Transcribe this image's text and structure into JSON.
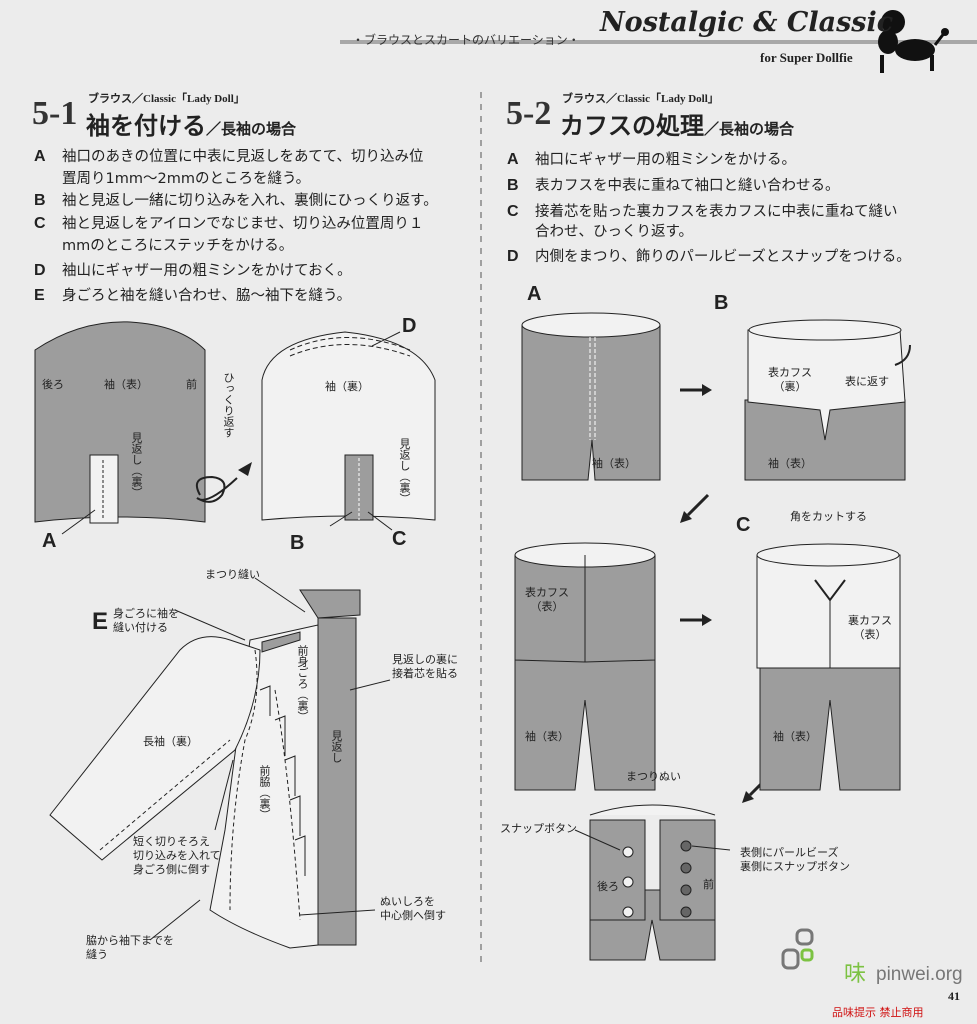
{
  "header": {
    "series": "・ブラウスとスカートのバリエーション・",
    "brand": "Nostalgic & Classic",
    "brand_sub": "for Super Dollfie"
  },
  "section1": {
    "number": "5-1",
    "kicker": "ブラウス／Classic「Lady Doll」",
    "title": "袖を付ける",
    "title_sub": "／長袖の場合",
    "steps": [
      {
        "letter": "A",
        "lines": [
          "袖口のあきの位置に中表に見返しをあてて、切り込み位",
          "置周り1mm〜2mmのところを縫う。"
        ]
      },
      {
        "letter": "B",
        "lines": [
          "袖と見返し一緒に切り込みを入れ、裏側にひっくり返す。"
        ]
      },
      {
        "letter": "C",
        "lines": [
          "袖と見返しをアイロンでなじませ、切り込み位置周り１",
          "mmのところにステッチをかける。"
        ]
      },
      {
        "letter": "D",
        "lines": [
          "袖山にギャザー用の粗ミシンをかけておく。"
        ]
      },
      {
        "letter": "E",
        "lines": [
          "身ごろと袖を縫い合わせ、脇〜袖下を縫う。"
        ]
      }
    ],
    "fig1": {
      "back": "後ろ",
      "sleeve_front": "袖（表）",
      "front": "前",
      "facing_back": "見返し（裏）",
      "marker_a": "A",
      "turn_over": "ひっくり返す",
      "sleeve_back": "袖（裏）",
      "facing2": "見返し（裏）",
      "marker_b": "B",
      "marker_c": "C",
      "marker_d": "D"
    },
    "fig2": {
      "marker_e": "E",
      "attach": [
        "身ごろに袖を",
        "縫い付ける"
      ],
      "blind_stitch": "まつり縫い",
      "interfacing": [
        "見返しの裏に",
        "接着芯を貼る"
      ],
      "front_bodice": "前身ごろ（裏）",
      "facing": "見返し",
      "long_sleeve": "長袖（裏）",
      "front_side": "前脇（裏）",
      "trim": [
        "短く切りそろえ",
        "切り込みを入れて",
        "身ごろ側に倒す"
      ],
      "seam_allow": [
        "ぬいしろを",
        "中心側へ倒す"
      ],
      "sew_side": [
        "脇から袖下までを",
        "縫う"
      ]
    }
  },
  "section2": {
    "number": "5-2",
    "kicker": "ブラウス／Classic「Lady Doll」",
    "title": "カフスの処理",
    "title_sub": "／長袖の場合",
    "steps": [
      {
        "letter": "A",
        "lines": [
          "袖口にギャザー用の粗ミシンをかける。"
        ]
      },
      {
        "letter": "B",
        "lines": [
          "表カフスを中表に重ねて袖口と縫い合わせる。"
        ]
      },
      {
        "letter": "C",
        "lines": [
          "接着芯を貼った裏カフスを表カフスに中表に重ねて縫い",
          "合わせ、ひっくり返す。"
        ]
      },
      {
        "letter": "D",
        "lines": [
          "内側をまつり、飾りのパールビーズとスナップをつける。"
        ]
      }
    ],
    "figs": {
      "a": {
        "marker": "A",
        "sleeve": "袖（表）"
      },
      "b": {
        "marker": "B",
        "cuff": [
          "表カフス",
          "（裏）"
        ],
        "flip": "表に返す",
        "sleeve": "袖（表）"
      },
      "c1": {
        "cuff": [
          "表カフス",
          "（表）"
        ],
        "sleeve": "袖（表）"
      },
      "c2": {
        "marker": "C",
        "cut": "角をカットする",
        "cuff": [
          "裏カフス",
          "（表）"
        ],
        "sleeve": "袖（表）"
      },
      "d": {
        "blind": "まつりぬい",
        "snap": "スナップボタン",
        "back": "後ろ",
        "front": "前",
        "pearl": [
          "表側にパールビーズ",
          "裏側にスナップボタン"
        ]
      }
    }
  },
  "footer": {
    "page_number": "41",
    "watermark_logo": "品味",
    "watermark_site": "pinwei.org",
    "watermark_notice": "品味提示 禁止商用"
  },
  "colors": {
    "fill_gray": "#9d9d9d",
    "accent_green": "#7cc242",
    "notice_red": "#d01010"
  }
}
